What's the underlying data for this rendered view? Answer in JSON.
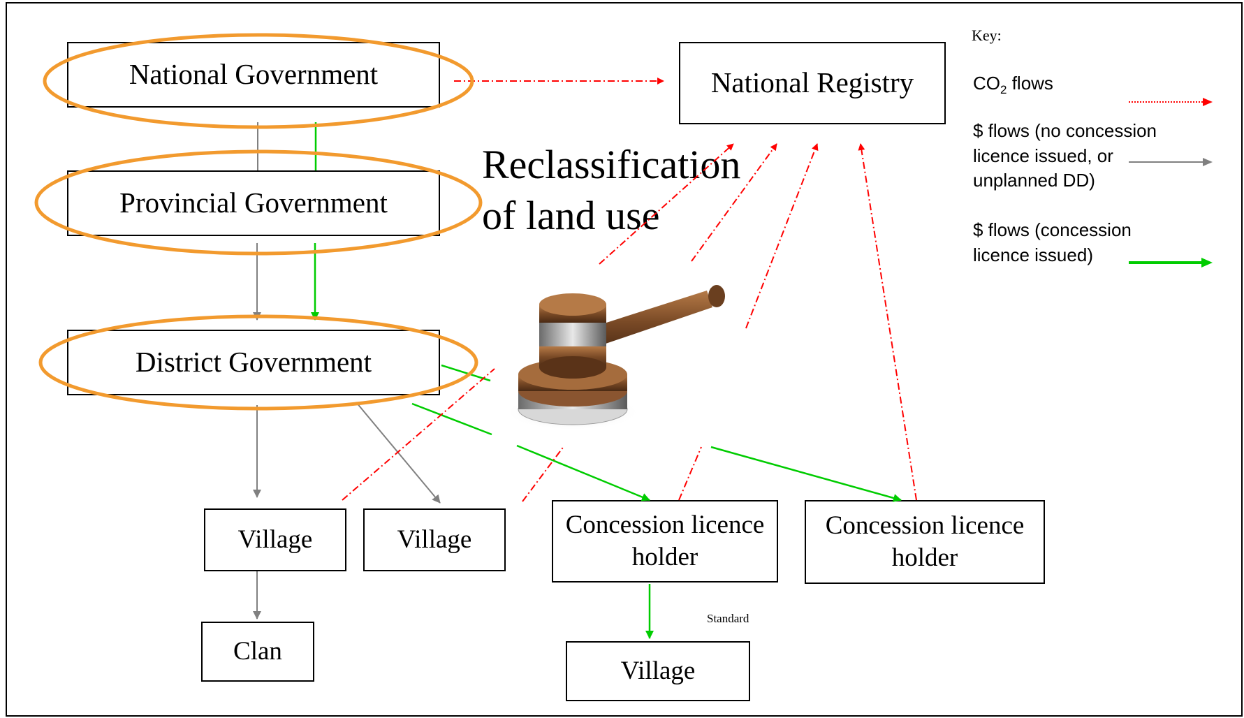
{
  "nodes": {
    "national_government": "National Government",
    "national_registry": "National Registry",
    "provincial_government": "Provincial Government",
    "district_government": "District Government",
    "village_1": "Village",
    "village_2": "Village",
    "village_3": "Village",
    "clan": "Clan",
    "concession_1": "Concession licence holder",
    "concession_2": "Concession licence holder"
  },
  "annotation": "Reclassification of land use",
  "standard_label": "Standard",
  "key": {
    "title": "Key:",
    "co2_label_main": "CO",
    "co2_label_sub": "2",
    "co2_label_tail": " flows",
    "gray_label": "$ flows (no concession licence issued, or unplanned DD)",
    "green_label": "$ flows (concession licence issued)"
  },
  "colors": {
    "co2_flow": "#ff0000",
    "money_no_concession": "#808080",
    "money_concession": "#00cc00",
    "highlight_ellipse": "#f29a2e",
    "gavel": "#7a4a26"
  },
  "icons": {
    "gavel": "gavel-icon"
  }
}
